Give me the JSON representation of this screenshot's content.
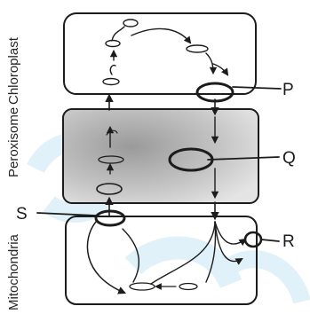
{
  "organelles": {
    "chloroplast": "Chloroplast",
    "peroxisome": "Peroxisome",
    "mitochondria": "Mitochondria"
  },
  "markers": {
    "p": "P",
    "q": "Q",
    "r": "R",
    "s": "S"
  },
  "colors": {
    "ink": "#1c1c1c",
    "peroxisome_shading": "#b9b9b9",
    "watermark": "#a9d8ef"
  }
}
